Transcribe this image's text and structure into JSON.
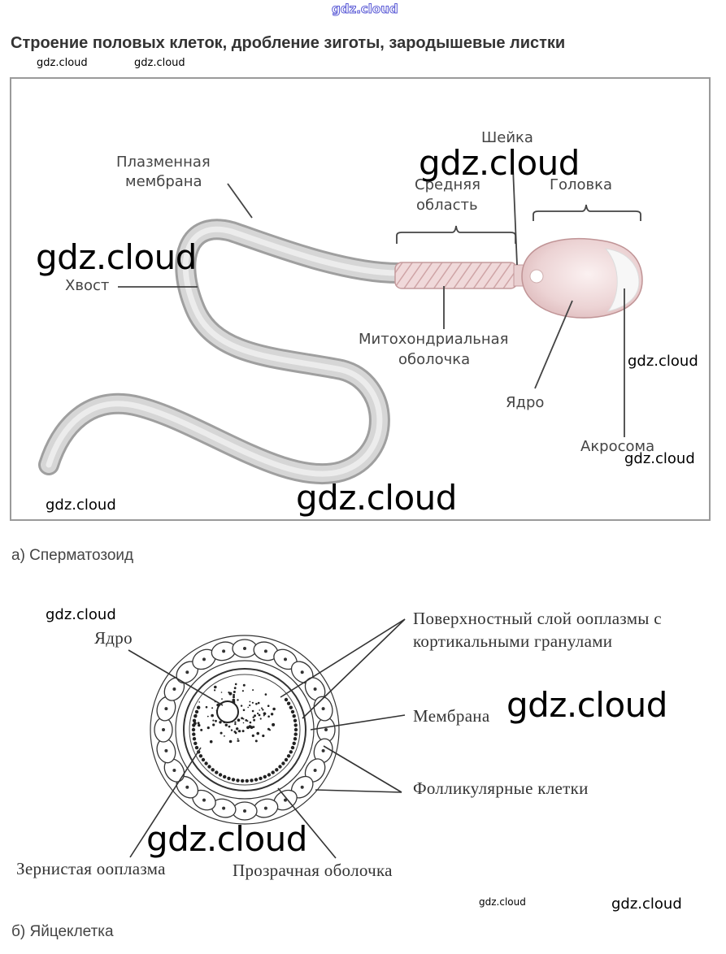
{
  "watermarks": {
    "top": "gdz.cloud",
    "small_1": "gdz.cloud",
    "small_2": "gdz.cloud",
    "big_1": "gdz.cloud",
    "big_2": "gdz.cloud",
    "med_1": "gdz.cloud",
    "med_2": "gdz.cloud",
    "big_3": "gdz.cloud",
    "med_3": "gdz.cloud",
    "med_4": "gdz.cloud",
    "big_4": "gdz.cloud",
    "big_5": "gdz.cloud",
    "small_3": "gdz.cloud",
    "med_5": "gdz.cloud"
  },
  "page": {
    "title": "Строение половых клеток, дробление зиготы, зародышевые листки"
  },
  "sperm": {
    "caption": "а) Сперматозоид",
    "labels": {
      "plasma_membrane_1": "Плазменная",
      "plasma_membrane_2": "мембрана",
      "neck": "Шейка",
      "middle_1": "Средняя",
      "middle_2": "область",
      "head": "Головка",
      "tail": "Хвост",
      "mito_1": "Митохондриальная",
      "mito_2": "оболочка",
      "nucleus": "Ядро",
      "acrosome": "Акросома"
    }
  },
  "egg": {
    "caption": "б) Яйцеклетка",
    "labels": {
      "nucleus": "Ядро",
      "surface_1": "Поверхностный  слой ооплазмы с",
      "surface_2": "кортикальными гранулами",
      "membrane": "Мембрана",
      "follicular": "Фолликулярные клетки",
      "granular": "Зернистая ооплазма",
      "zona": "Прозрачная оболочка"
    }
  }
}
